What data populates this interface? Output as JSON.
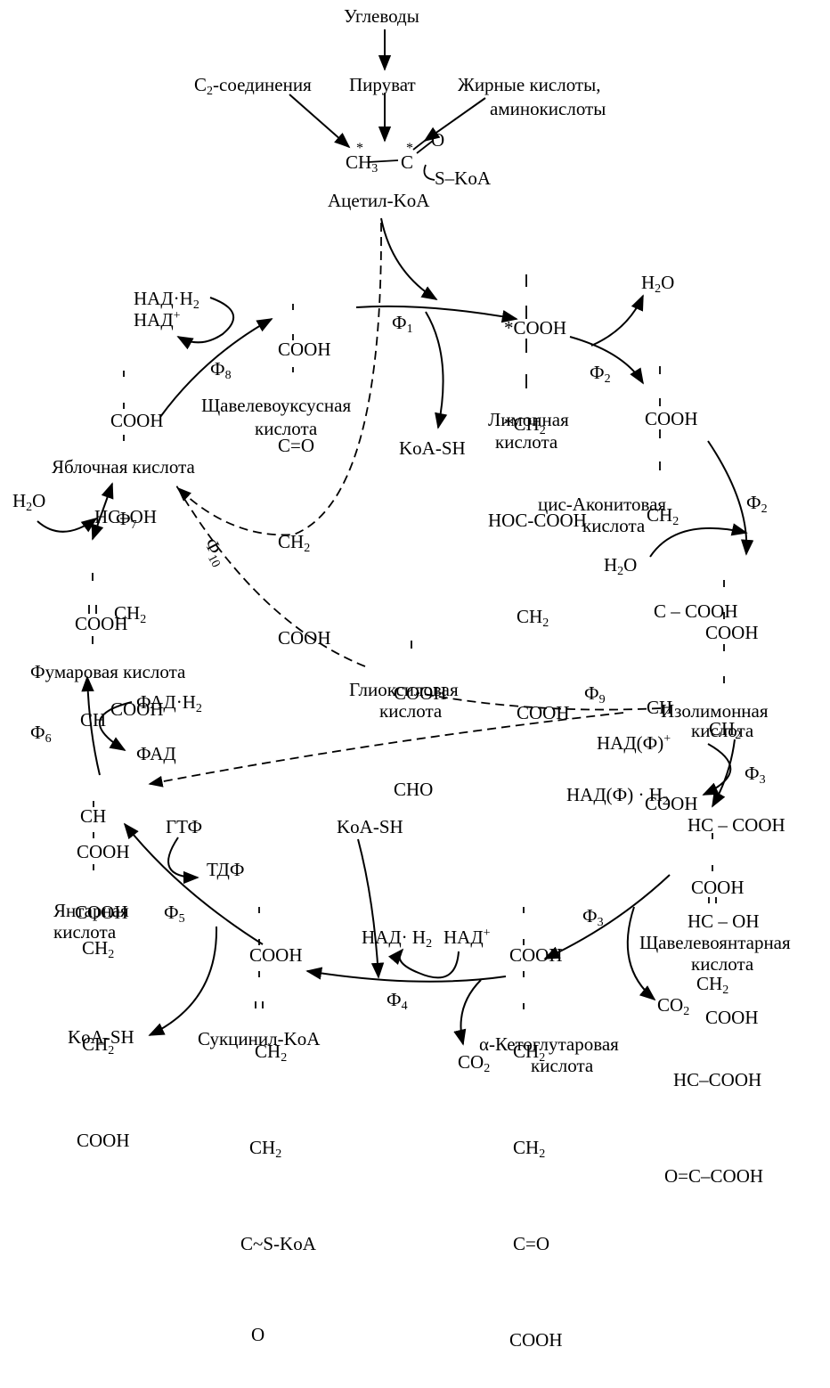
{
  "top": {
    "carbs": "Углеводы",
    "c2_main": "C",
    "c2_sub": "2",
    "c2_rest": "-соединения",
    "pyruvate": "Пируват",
    "fatty1": "Жирные кислоты,",
    "fatty2": "аминокислоты"
  },
  "acetyl": {
    "star1": "*",
    "star2": "*",
    "ch3": "CH",
    "ch3_sub": "3",
    "c": "C",
    "o": "O",
    "skoa": "S–KoA",
    "name": "Ацетил-KoA"
  },
  "oxaloacetate": {
    "l1": "COOH",
    "l2": "C=O",
    "l3": "CH",
    "l3_sub": "2",
    "l4": "COOH",
    "name1": "Щавелевоуксусная",
    "name2": "кислота"
  },
  "nad_top": {
    "nadh": "НАД·H",
    "nadh_sub": "2",
    "nad": "НАД",
    "nad_sup": "+"
  },
  "malate": {
    "l1": "COOH",
    "l2": "HC–OH",
    "l3": "CH",
    "l3_sub": "2",
    "l4": "COOH",
    "name": "Яблочная кислота"
  },
  "citrate": {
    "l1": "*COOH",
    "l2": "*CH",
    "l2_sub": "2",
    "l3": "HOC-COOH",
    "l4": "CH",
    "l4_sub": "2",
    "l5": "COOH",
    "name1": "Лимонная",
    "name2": "кислота"
  },
  "koash1": "KoA-SH",
  "h2o_1": {
    "t": "H",
    "sub": "2",
    "rest": "O"
  },
  "cisaconitate": {
    "l1": "COOH",
    "l2": "CH",
    "l2_sub": "2",
    "l3": "C – COOH",
    "l4": "CH",
    "l5": "COOH",
    "name1": "цис-Аконитовая",
    "name2": "кислота"
  },
  "h2o_2": {
    "t": "H",
    "sub": "2",
    "rest": "O"
  },
  "h2o_3": {
    "t": "H",
    "sub": "2",
    "rest": "O"
  },
  "isocitrate": {
    "l1": "COOH",
    "l2": "CH",
    "l2_sub": "2",
    "l3": "HC – COOH",
    "l4": "HC – OH",
    "l5": "COOH",
    "name1": "Изолимонная",
    "name2": "кислота"
  },
  "fumarate": {
    "l1": "COOH",
    "l2": "CH",
    "l3": "CH",
    "l4": "COOH",
    "name": "Фумаровая кислота"
  },
  "glyoxylate": {
    "l1": "COOH",
    "l2": "CHO",
    "name1": "Глиоксиловая",
    "name2": "кислота"
  },
  "fad": {
    "fadh": "ФАД·H",
    "fadh_sub": "2",
    "fad": "ФАД"
  },
  "nadp": {
    "nadp": "НАД(Ф)",
    "nadp_sup": "+",
    "nadph": "НАД(Ф) · H",
    "nadph_sub": "2"
  },
  "succinate": {
    "l1": "COOH",
    "l2": "CH",
    "l2_sub": "2",
    "l3": "CH",
    "l3_sub": "2",
    "l4": "COOH",
    "name1": "Янтарная",
    "name2": "кислота"
  },
  "gtp": "ГТФ",
  "tdp": "ТДФ",
  "koash2": "KoA-SH",
  "succinylcoa": {
    "l1": "COOH",
    "l2": "CH",
    "l2_sub": "2",
    "l3": "CH",
    "l3_sub": "2",
    "l4": "C~S-KoA",
    "l5": "O",
    "name": "Сукцинил-KoA"
  },
  "koash3": "KoA-SH",
  "nad_bottom": {
    "nadh": "НАД· H",
    "nadh_sub": "2",
    "nad": "НАД",
    "nad_sup": "+"
  },
  "ketoglutarate": {
    "l1": "COOH",
    "l2": "CH",
    "l2_sub": "2",
    "l3": "CH",
    "l3_sub": "2",
    "l4": "C=O",
    "l5": "COOH",
    "name1": "α-Кетоглутаровая",
    "name2": "кислота"
  },
  "co2_1": {
    "t": "CO",
    "sub": "2"
  },
  "oxalosuccinate": {
    "l1": "COOH",
    "l2": "CH",
    "l2_sub": "2",
    "l3": "HC–COOH",
    "l4": "O=C–COOH",
    "name1": "Щавелевоянтарная",
    "name2": "кислота"
  },
  "co2_2": {
    "t": "CO",
    "sub": "2"
  },
  "enzymes": {
    "f1": "Ф",
    "f1_sub": "1",
    "f2a": "Ф",
    "f2a_sub": "2",
    "f2b": "Ф",
    "f2b_sub": "2",
    "f3a": "Ф",
    "f3a_sub": "3",
    "f3b": "Ф",
    "f3b_sub": "3",
    "f4": "Ф",
    "f4_sub": "4",
    "f5": "Ф",
    "f5_sub": "5",
    "f6": "Ф",
    "f6_sub": "6",
    "f7": "Ф",
    "f7_sub": "7",
    "f8": "Ф",
    "f8_sub": "8",
    "f9": "Ф",
    "f9_sub": "9",
    "f10": "Ф",
    "f10_sub": "10"
  }
}
